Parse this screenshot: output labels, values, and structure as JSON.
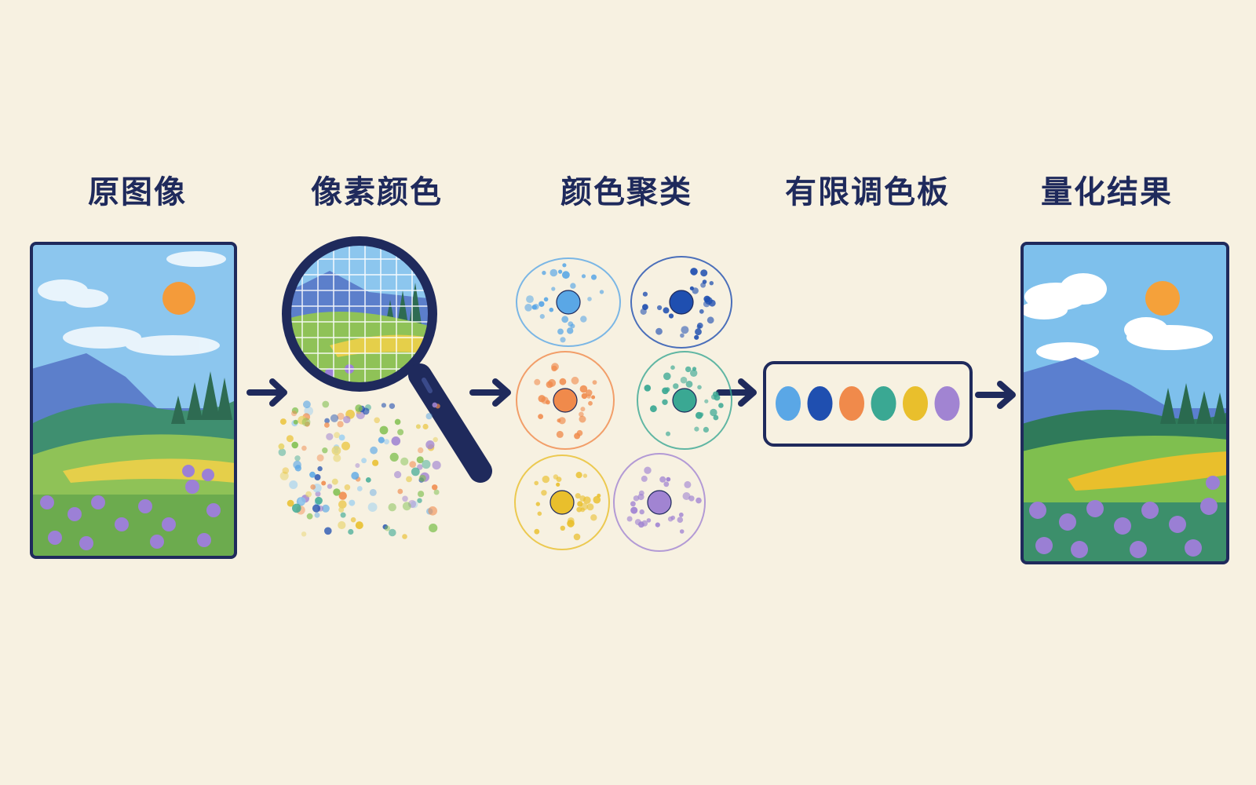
{
  "steps": [
    {
      "id": "original",
      "title": "原图像"
    },
    {
      "id": "pixels",
      "title": "像素颜色"
    },
    {
      "id": "clusters",
      "title": "颜色聚类"
    },
    {
      "id": "palette",
      "title": "有限调色板"
    },
    {
      "id": "result",
      "title": "量化结果"
    }
  ],
  "palette": [
    "#5aa7e6",
    "#1f4fb0",
    "#f08a4b",
    "#3aa893",
    "#e9bf2c",
    "#a184d2"
  ],
  "colors": {
    "ink": "#1f2a5c",
    "paper": "#f7f1e1",
    "sky": "#7ec0ec",
    "sun": "#f5a13a",
    "mountain": "#5b7fcf",
    "grass": "#7fbf4f",
    "forest": "#2f7a5a",
    "flower": "#9a7fd4"
  }
}
